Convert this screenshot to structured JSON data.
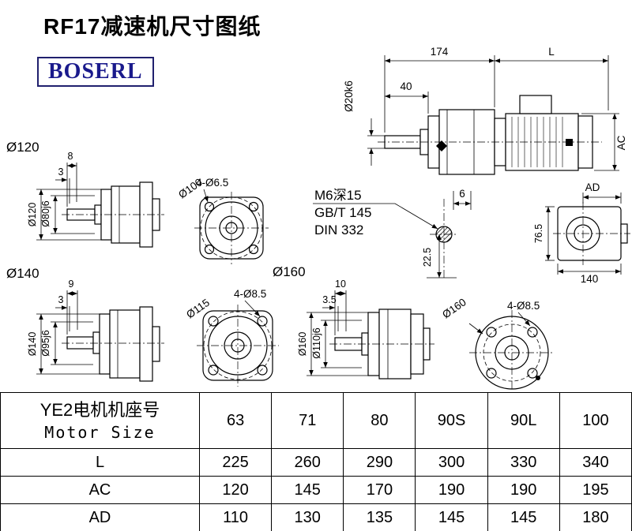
{
  "title": "RF17减速机尺寸图纸",
  "logo": "BOSERL",
  "main_view": {
    "dim_174": "174",
    "dim_L": "L",
    "dim_40": "40",
    "shaft_dia": "Ø20k6",
    "dim_AC": "AC"
  },
  "thread_note": {
    "line1": "M6深15",
    "line2": "GB/T 145",
    "line3": "DIN 332",
    "dim_6": "6",
    "dim_22_5": "22.5"
  },
  "side_small_view": {
    "dim_AD": "AD",
    "dim_76_5": "76.5",
    "dim_140": "140"
  },
  "flange120_view": {
    "label": "Ø120",
    "dim_8": "8",
    "dim_3": "3",
    "dia_outer": "Ø120",
    "dia_spigot": "Ø80j6"
  },
  "flange100_view": {
    "holes": "4-Ø6.5",
    "dia": "Ø100"
  },
  "flange140_view": {
    "label": "Ø140",
    "dim_9": "9",
    "dim_3": "3",
    "dia_outer": "Ø140",
    "dia_spigot": "Ø95j6"
  },
  "flange115_view": {
    "dia": "Ø115",
    "holes": "4-Ø8.5"
  },
  "flange160_view": {
    "label": "Ø160",
    "dim_10": "10",
    "dim_3_5": "3.5",
    "dia_outer": "Ø160",
    "dia_spigot": "Ø110j6"
  },
  "flange160_front": {
    "dia": "Ø160",
    "holes": "4-Ø8.5"
  },
  "table": {
    "header": {
      "cn": "YE2电机机座号",
      "en": "Motor Size"
    },
    "columns": [
      "63",
      "71",
      "80",
      "90S",
      "90L",
      "100"
    ],
    "rows": [
      {
        "label": "L",
        "values": [
          "225",
          "260",
          "290",
          "300",
          "330",
          "340"
        ]
      },
      {
        "label": "AC",
        "values": [
          "120",
          "145",
          "170",
          "190",
          "190",
          "195"
        ]
      },
      {
        "label": "AD",
        "values": [
          "110",
          "130",
          "135",
          "145",
          "145",
          "180"
        ]
      }
    ]
  }
}
